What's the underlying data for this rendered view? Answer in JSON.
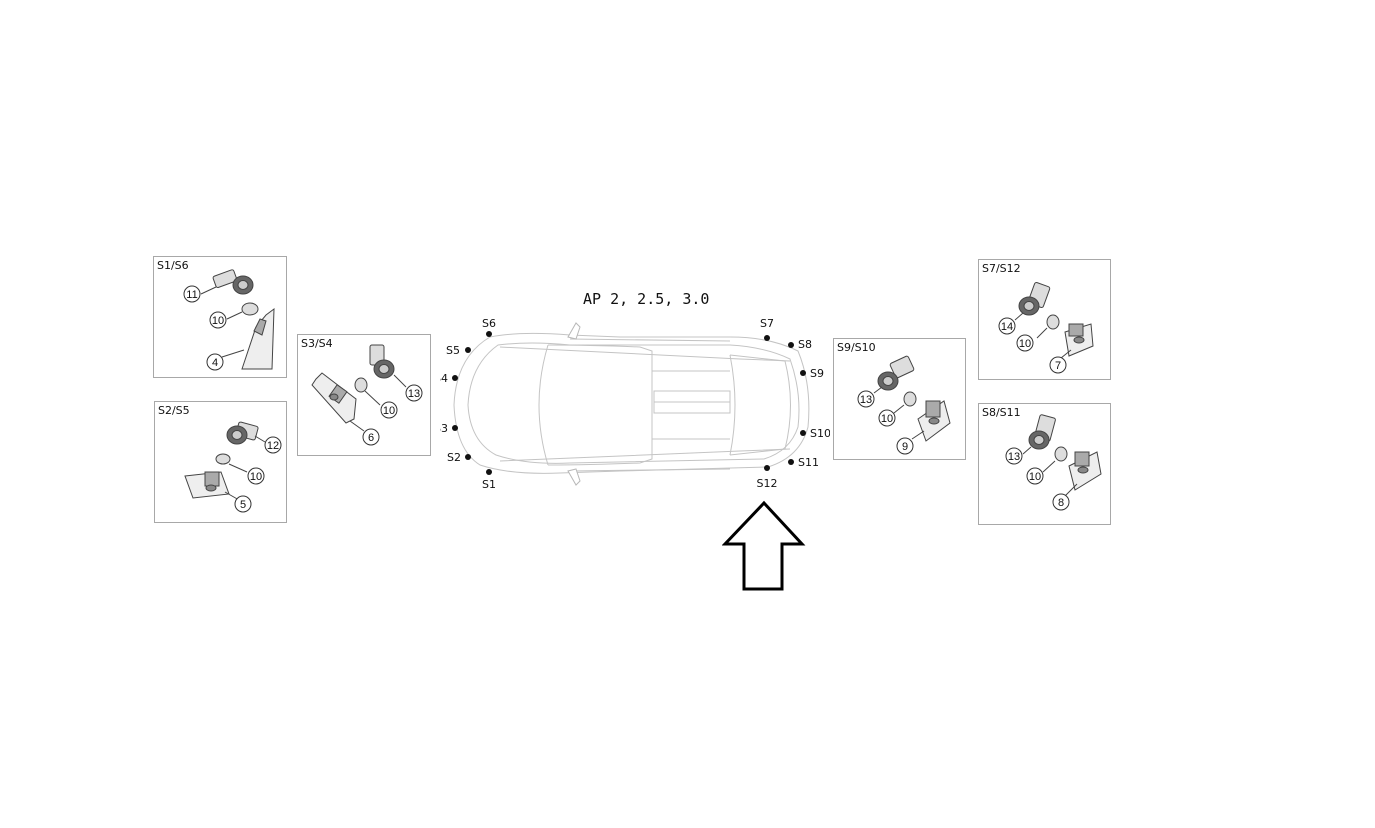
{
  "title": "AP 2, 2.5, 3.0",
  "panels": {
    "s1s6": {
      "title": "S1/S6",
      "parts": [
        "11",
        "10",
        "4"
      ]
    },
    "s2s5": {
      "title": "S2/S5",
      "parts": [
        "12",
        "10",
        "5"
      ]
    },
    "s3s4": {
      "title": "S3/S4",
      "parts": [
        "13",
        "10",
        "6"
      ]
    },
    "s9s10": {
      "title": "S9/S10",
      "parts": [
        "13",
        "10",
        "9"
      ]
    },
    "s7s12": {
      "title": "S7/S12",
      "parts": [
        "14",
        "10",
        "7"
      ]
    },
    "s8s11": {
      "title": "S8/S11",
      "parts": [
        "13",
        "10",
        "8"
      ]
    }
  },
  "sensors": [
    "S1",
    "S2",
    "S3",
    "S4",
    "S5",
    "S6",
    "S7",
    "S8",
    "S9",
    "S10",
    "S11",
    "S12"
  ],
  "icons": {
    "arrow": "up-arrow-outline-icon",
    "car": "car-top-view-icon"
  }
}
